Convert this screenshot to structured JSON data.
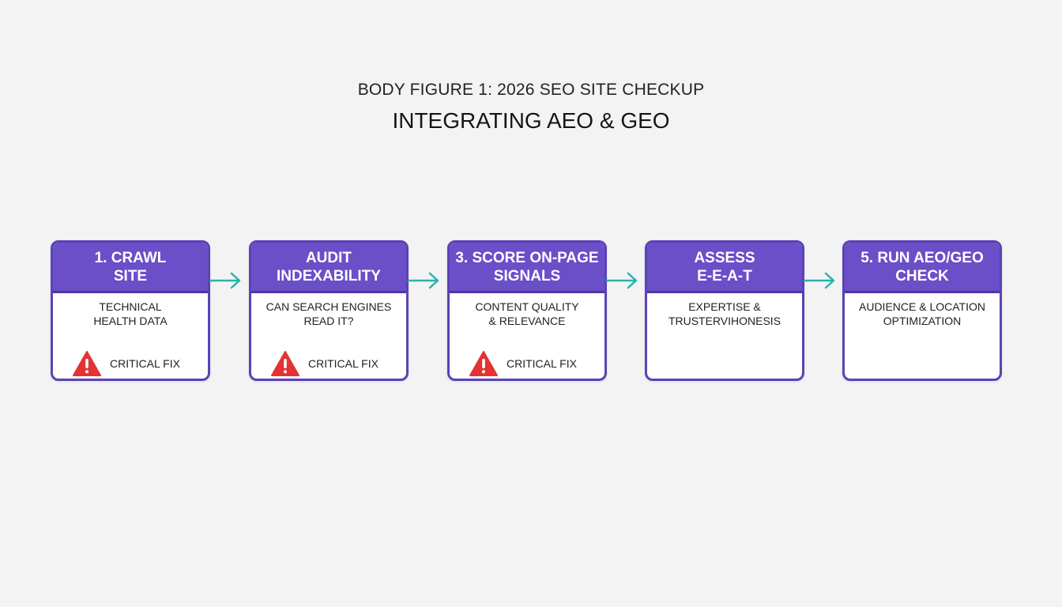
{
  "header": {
    "subtitle": "BODY FIGURE 1: 2026 SEO SITE CHECKUP",
    "title": "INTEGRATING AEO & GEO"
  },
  "colors": {
    "header_fill": "#6a4fc8",
    "border": "#5b42b6",
    "arrow": "#27b3ad",
    "warning": "#e53232"
  },
  "steps": [
    {
      "title_line1": "1. CRAWL",
      "title_line2": "SITE",
      "desc_line1": "TECHNICAL",
      "desc_line2": "HEALTH DATA",
      "flag": "CRITICAL FIX",
      "flag_icon": "warning-triangle-icon"
    },
    {
      "title_line1": "AUDIT",
      "title_line2": "INDEXABILITY",
      "desc_line1": "CAN SEARCH ENGINES",
      "desc_line2": "READ IT?",
      "flag": "CRITICAL FIX",
      "flag_icon": "warning-triangle-icon"
    },
    {
      "title_line1": "3. SCORE ON-PAGE",
      "title_line2": "SIGNALS",
      "desc_line1": "CONTENT QUALITY",
      "desc_line2": "& RELEVANCE",
      "flag": "CRITICAL FIX",
      "flag_icon": "warning-triangle-icon"
    },
    {
      "title_line1": "ASSESS",
      "title_line2": "E-E-A-T",
      "desc_line1": "EXPERTISE &",
      "desc_line2": "TRUSTERVIHONESIS"
    },
    {
      "title_line1": "5. RUN AEO/GEO",
      "title_line2": "CHECK",
      "desc_line1": "AUDIENCE & LOCATION",
      "desc_line2": "OPTIMIZATION"
    }
  ]
}
